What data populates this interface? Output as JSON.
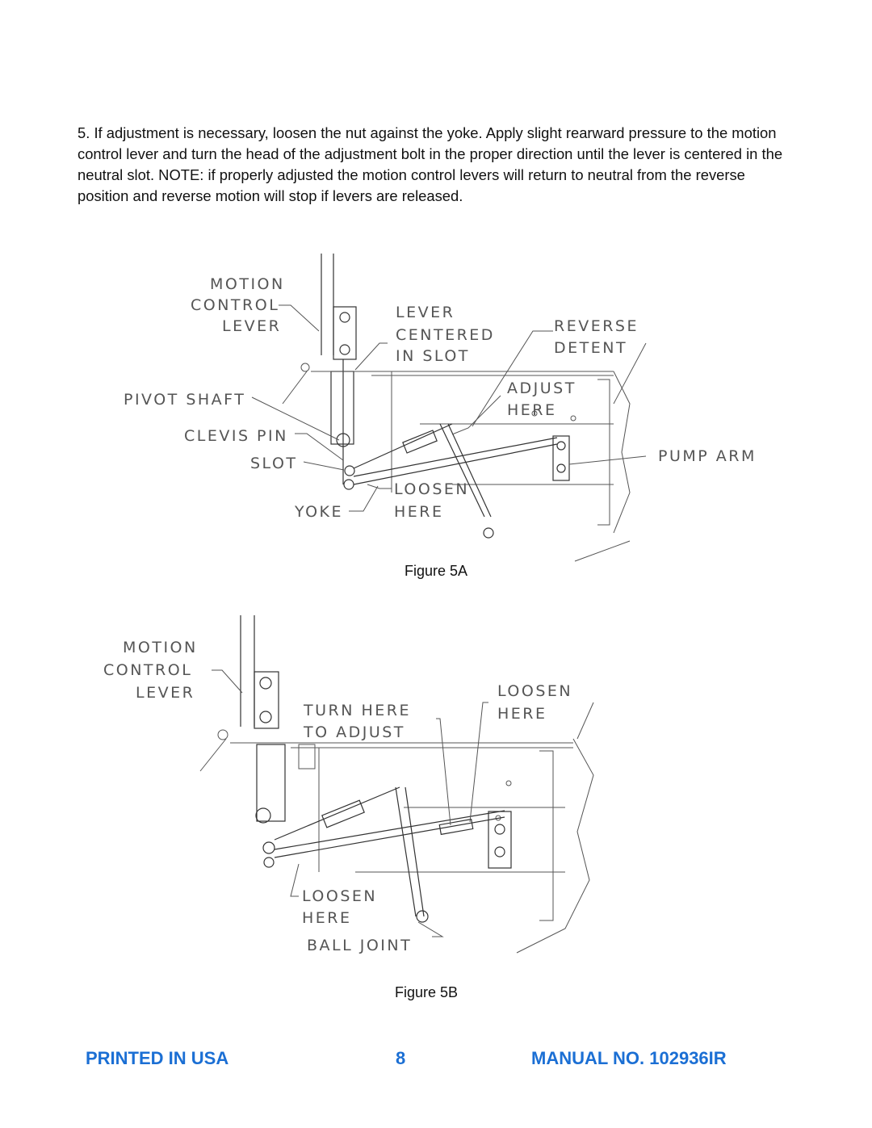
{
  "instruction": "5. If adjustment is necessary, loosen the nut against the yoke. Apply slight  rearward pressure to the motion control lever and turn the head of the adjustment bolt in the proper direction until the lever is centered in the neutral slot.  NOTE: if properly adjusted the motion control levers will return to neutral from the reverse position and reverse motion will stop if levers are released.",
  "figure_5a": {
    "caption": "Figure 5A",
    "labels": {
      "motion": "MOTION",
      "control": "CONTROL",
      "lever": "LEVER",
      "lever_centered_1": "LEVER",
      "lever_centered_2": "CENTERED",
      "lever_centered_3": "IN  SLOT",
      "reverse": "REVERSE",
      "detent": "DETENT",
      "adjust": "ADJUST",
      "here_adjust": "HERE",
      "pivot_shaft": "PIVOT  SHAFT",
      "clevis_pin": "CLEVIS  PIN",
      "slot": "SLOT",
      "pump_arm": "PUMP  ARM",
      "loosen": "LOOSEN",
      "here_loosen": "HERE",
      "yoke": "YOKE"
    }
  },
  "figure_5b": {
    "caption": "Figure 5B",
    "labels": {
      "motion": "MOTION",
      "control": "CONTROL",
      "lever": "LEVER",
      "turn_here": "TURN  HERE",
      "to_adjust": "TO  ADJUST",
      "loosen_top": "LOOSEN",
      "here_top": "HERE",
      "loosen_bottom": "LOOSEN",
      "here_bottom": "HERE",
      "ball_joint": "BALL  JOINT"
    }
  },
  "footer": {
    "left": "PRINTED IN USA",
    "page_number": "8",
    "manual": "MANUAL NO. 102936IR"
  },
  "colors": {
    "footer_blue": "#1b6fd4",
    "label_gray": "#555555"
  }
}
